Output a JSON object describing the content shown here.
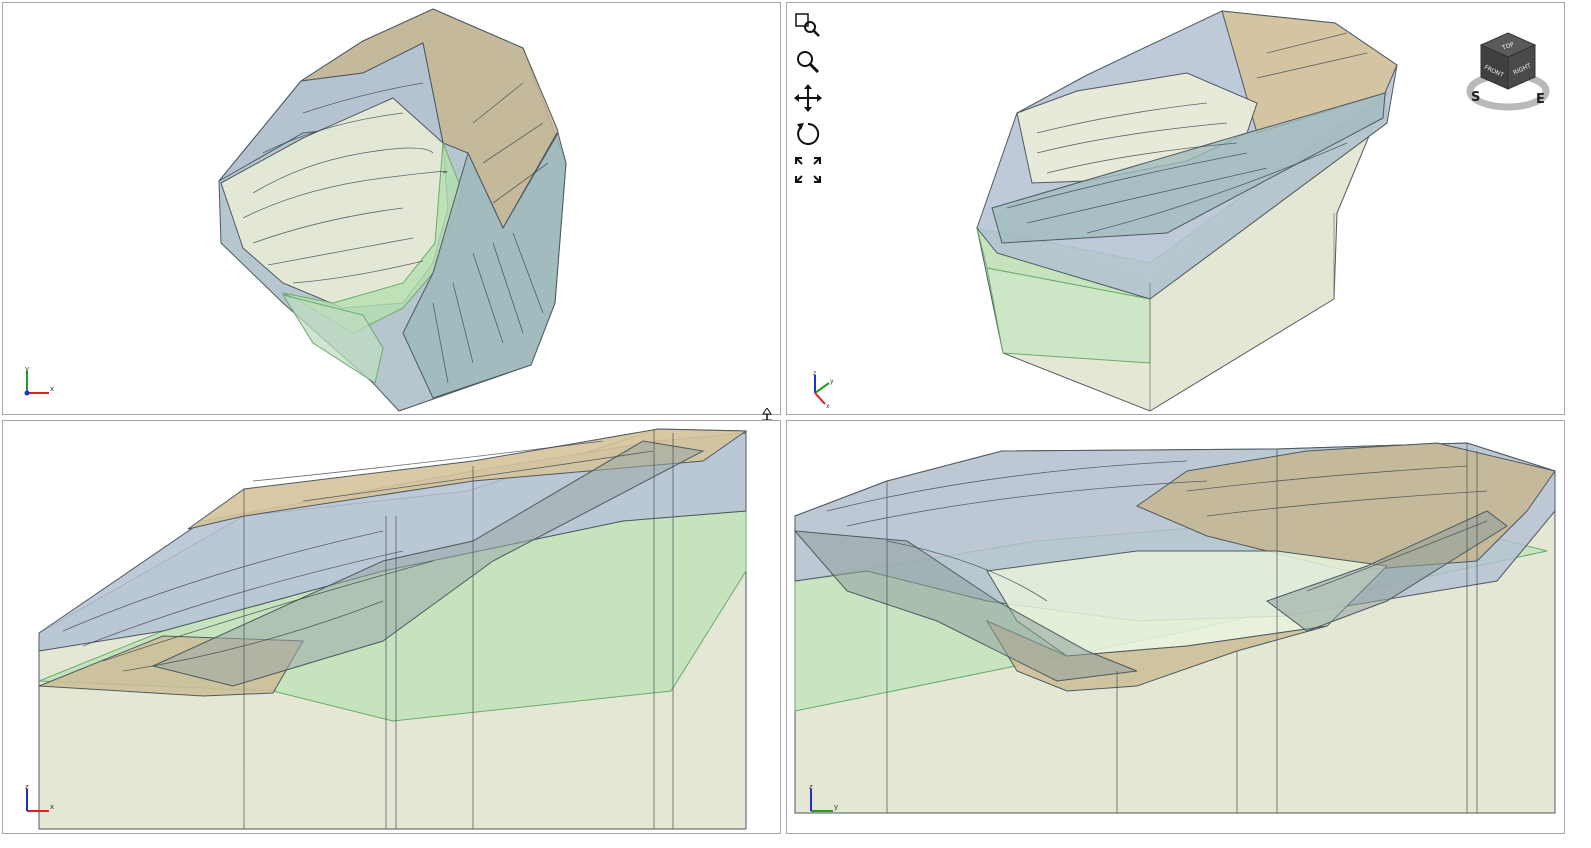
{
  "app": {
    "title": "3D Multi-Viewport Model View"
  },
  "colors": {
    "tan": "#d8c7a0",
    "blue": "#b7c2d6",
    "green": "#b9e3b6",
    "cream": "#e7ead8",
    "teal": "#a6bfc3",
    "frame": "#a8a8a8",
    "axis_x": "#e02020",
    "axis_y": "#20a020",
    "axis_z": "#2030d0"
  },
  "viewports": [
    {
      "id": "top-left",
      "view": "plan",
      "axes": {
        "horizontal": "x",
        "vertical": "y"
      }
    },
    {
      "id": "top-right",
      "view": "perspective",
      "axes": {
        "a": "z",
        "b": "y",
        "c": "x"
      }
    },
    {
      "id": "bottom-left",
      "view": "elevation",
      "axes": {
        "horizontal": "x",
        "vertical": "z"
      }
    },
    {
      "id": "bottom-right",
      "view": "elevation",
      "axes": {
        "horizontal": "y",
        "vertical": "z"
      }
    }
  ],
  "toolbar": {
    "tools": [
      {
        "icon": "zoom-window-icon"
      },
      {
        "icon": "zoom-icon"
      },
      {
        "icon": "pan-icon"
      },
      {
        "icon": "rotate-icon"
      },
      {
        "icon": "zoom-extents-icon"
      }
    ]
  },
  "navcube": {
    "top_label": "TOP",
    "front_label": "FRONT",
    "right_label": "RIGHT",
    "compass_s": "S",
    "compass_e": "E"
  }
}
